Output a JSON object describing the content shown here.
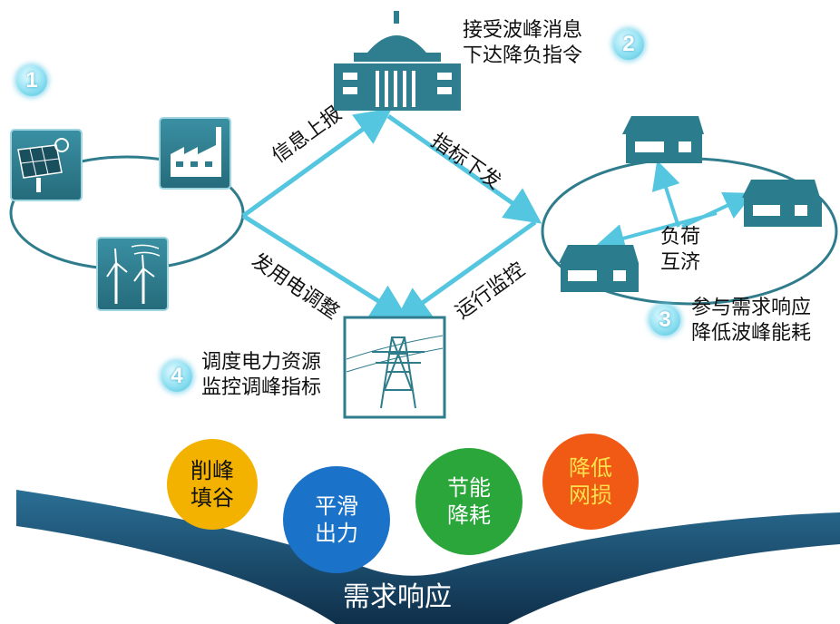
{
  "badges": {
    "b1": "1",
    "b2": "2",
    "b3": "3",
    "b4": "4"
  },
  "top_note": {
    "line1": "接受波峰消息",
    "line2": "下达降负指令"
  },
  "right_note": {
    "line1": "参与需求响应",
    "line2": "降低波峰能耗"
  },
  "left_note": {
    "line1": "调度电力资源",
    "line2": "监控调峰指标"
  },
  "arrow_labels": {
    "report": "信息上报",
    "issue": "指标下发",
    "dispatch": "发用电调整",
    "monitor": "运行监控"
  },
  "mutual": {
    "line1": "负荷",
    "line2": "互济"
  },
  "bubbles": [
    {
      "line1": "削峰",
      "line2": "填谷",
      "color": "#f3b200"
    },
    {
      "line1": "平滑",
      "line2": "出力",
      "color": "#1a73c8"
    },
    {
      "line1": "节能",
      "line2": "降耗",
      "color": "#2aa63a"
    },
    {
      "line1": "降低",
      "line2": "网损",
      "color": "#f05a14"
    }
  ],
  "bottom_title": "需求响应",
  "colors": {
    "teal": "#2f7d8c",
    "arrow": "#55c6e0",
    "dark_blue": "#1d4e6b"
  }
}
